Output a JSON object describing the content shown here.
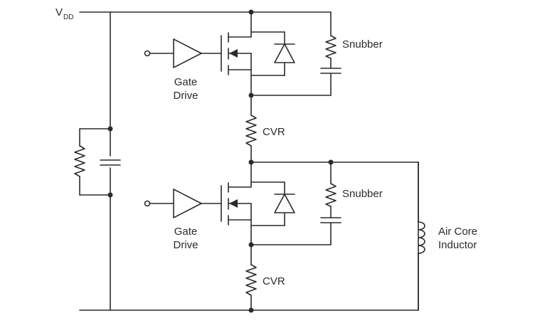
{
  "labels": {
    "vdd": "V",
    "vdd_sub": "DD",
    "gate_drive_top_1": "Gate",
    "gate_drive_top_2": "Drive",
    "gate_drive_bottom_1": "Gate",
    "gate_drive_bottom_2": "Drive",
    "snubber_top": "Snubber",
    "snubber_bottom": "Snubber",
    "cvr_top": "CVR",
    "cvr_bottom": "CVR",
    "inductor_1": "Air Core",
    "inductor_2": "Inductor"
  },
  "colors": {
    "wire": "#2b2b2b",
    "background": "#ffffff"
  }
}
